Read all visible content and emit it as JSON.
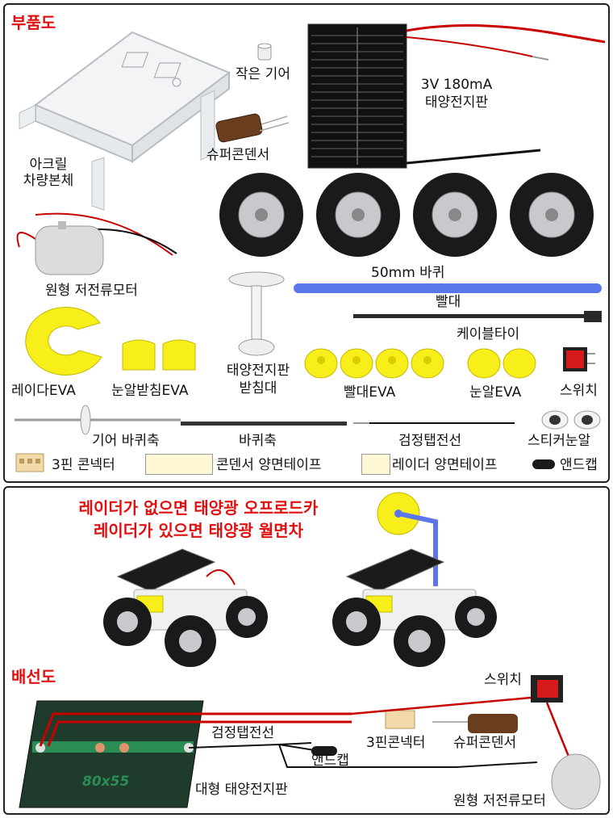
{
  "parts_section": {
    "title": "부품도",
    "labels": {
      "acrylic_body": "아크릴\n차량본체",
      "small_gear": "작은 기어",
      "supercapacitor": "슈퍼콘덴서",
      "solar_panel": "3V 180mA\n태양전지판",
      "wheels": "50mm 바퀴",
      "motor": "원형 저전류모터",
      "panel_stand": "태양전지판\n받침대",
      "straw": "빨대",
      "cable_tie": "케이블타이",
      "radar_eva": "레이다EVA",
      "eye_mount_eva": "눈알받침EVA",
      "straw_eva": "빨대EVA",
      "eye_eva": "눈알EVA",
      "switch": "스위치",
      "gear_shaft": "기어 바퀴축",
      "wheel_shaft": "바퀴축",
      "black_wire": "검정탭전선",
      "sticker_eyes": "스티커눈알",
      "connector": "3핀 콘넥터",
      "cap_tape": "콘덴서 양면테이프",
      "radar_tape": "레이더 양면테이프",
      "end_cap": "앤드캡"
    }
  },
  "cars_section": {
    "headline_1": "레이더가 없으면 태양광 오프로드카",
    "headline_2": "레이더가 있으면 태양광 월면차"
  },
  "wiring_section": {
    "title": "배선도",
    "labels": {
      "switch": "스위치",
      "black_wire": "검정탭전선",
      "end_cap": "앤드캡",
      "connector": "3핀콘넥터",
      "supercapacitor": "슈퍼콘덴서",
      "large_panel": "대형 태양전지판",
      "panel_size": "80x55",
      "motor": "원형 저전류모터"
    }
  },
  "colors": {
    "title_red": "#e01010",
    "eva_yellow": "#f7ee1a",
    "straw_blue": "#5b76e8",
    "wire_red": "#c80000",
    "panel_green": "#1f3b2c"
  }
}
